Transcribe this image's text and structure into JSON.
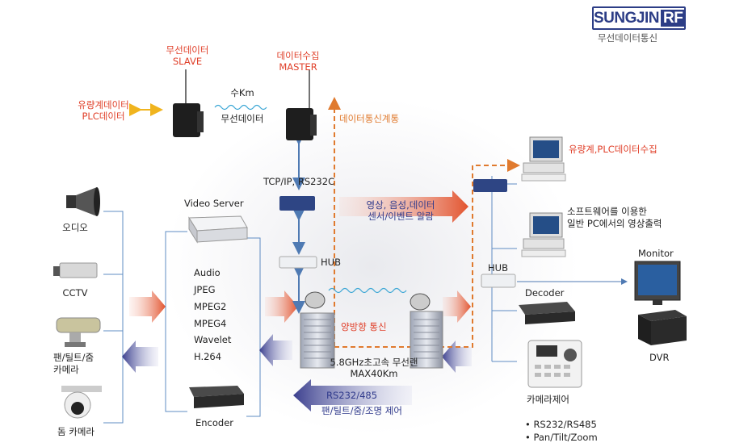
{
  "brand": {
    "logo_main": "SUNGJIN",
    "logo_suffix": "RF",
    "subtitle": "무선데이터통신"
  },
  "remote_site": {
    "slave_label_1": "무선데이터",
    "slave_label_2": "SLAVE",
    "master_label_1": "데이터수집",
    "master_label_2": "MASTER",
    "meter_label_1": "유량계데이터",
    "meter_label_2": "PLC데이터",
    "link_label_1": "수Km",
    "link_label_2": "무선데이터",
    "link_type": "TCP/IP, RS232C",
    "data_comm": "데이터통신계통"
  },
  "sources": [
    {
      "label": "오디오"
    },
    {
      "label": "CCTV"
    },
    {
      "label": "팬/틸트/줌\n카메라"
    },
    {
      "label": "돔 카메라"
    }
  ],
  "video_server": {
    "title": "Video Server",
    "codecs": [
      "Audio",
      "JPEG",
      "MPEG2",
      "MPEG4",
      "Wavelet",
      "H.264"
    ],
    "encoder_label": "Encoder"
  },
  "center": {
    "hub_label": "HUB",
    "av_line_1": "영상, 음성,데이터",
    "av_line_2": "센서/이벤트 알람",
    "bidir": "양방향 통신",
    "radio_line_1": "5.8GHz초고속 무선랜",
    "radio_line_2": "MAX40Km",
    "ctrl_line_1": "RS232/485",
    "ctrl_line_2": "팬/틸트/줌/조명 제어"
  },
  "receive_site": {
    "hub_label": "HUB",
    "pc1_label": "유량계,PLC데이터수집",
    "pc2_line_1": "소프트웨어를 이용한",
    "pc2_line_2": "일반 PC에서의 영상출력",
    "monitor_label": "Monitor",
    "dvr_label": "DVR",
    "decoder_label": "Decoder",
    "controller_label": "카메라제어",
    "controller_specs": [
      "• RS232/RS485",
      "• Pan/Tilt/Zoom"
    ]
  }
}
